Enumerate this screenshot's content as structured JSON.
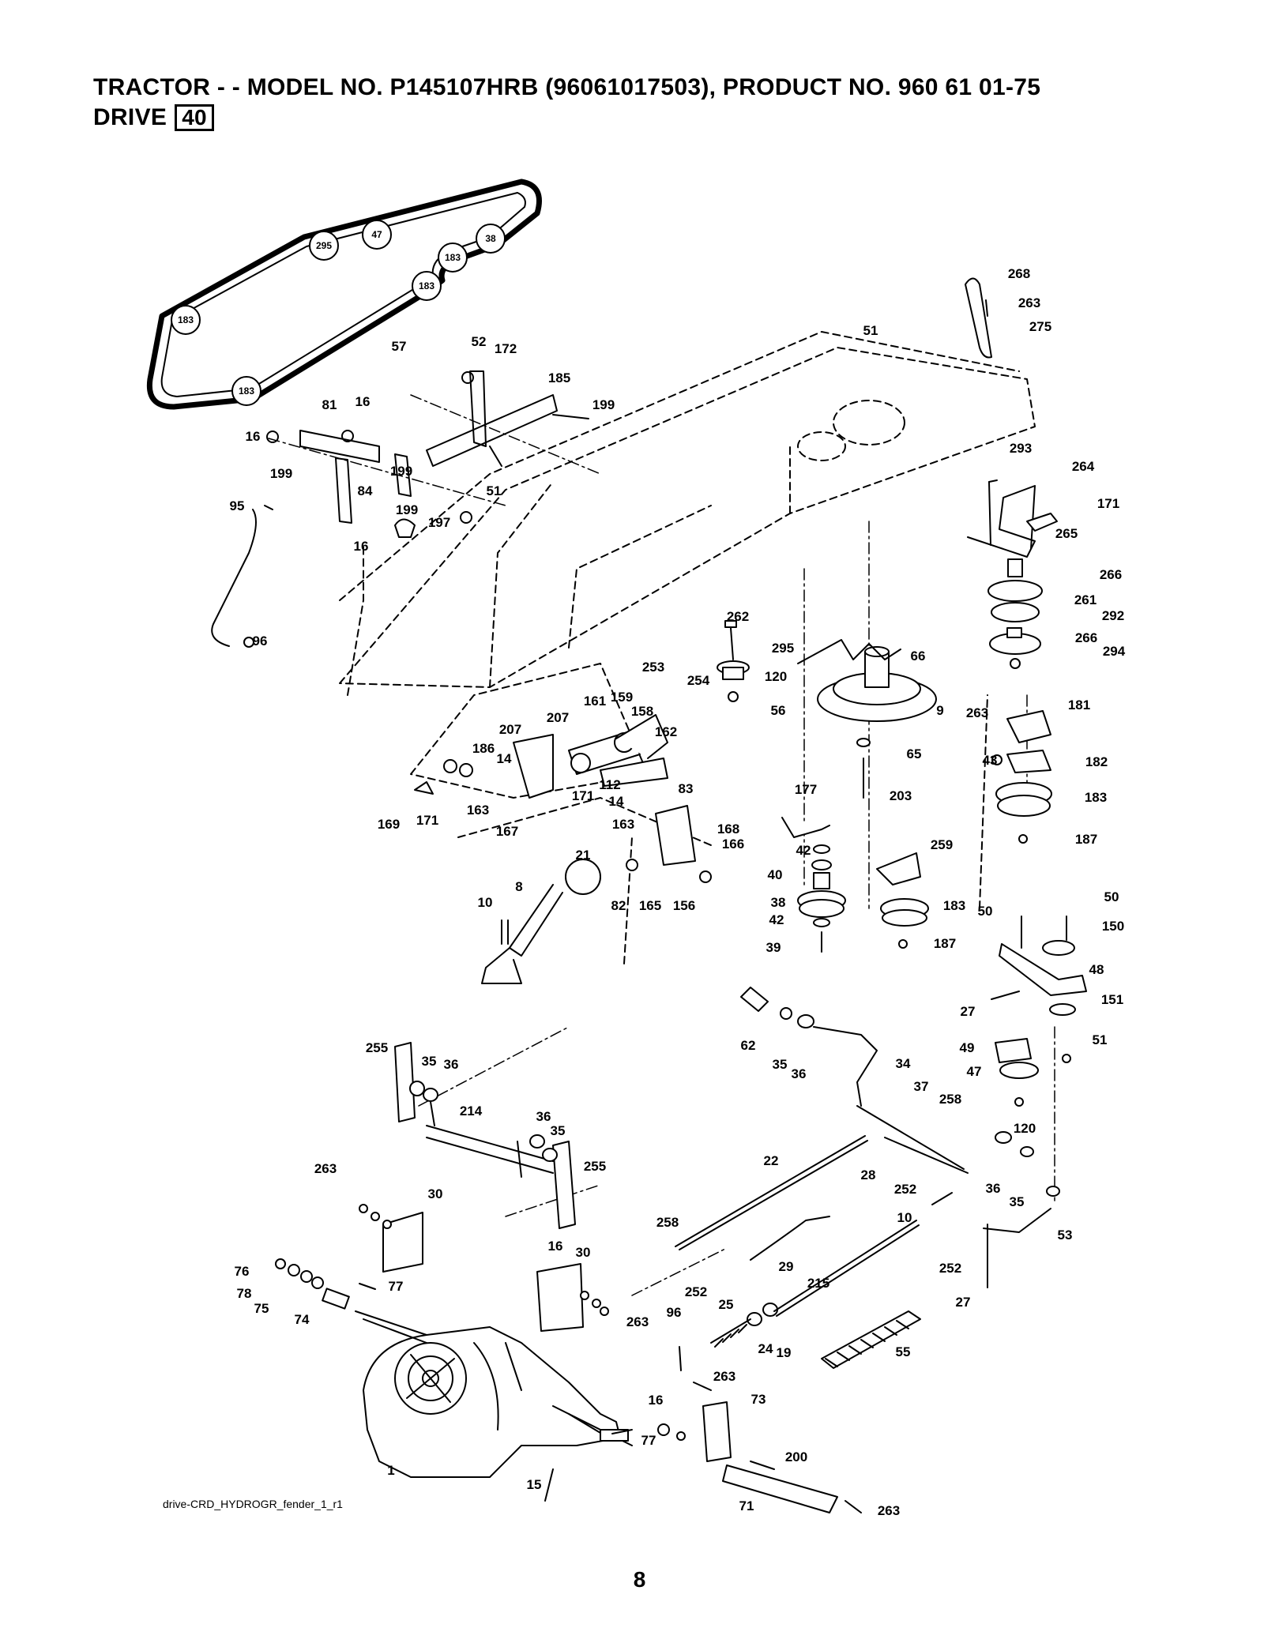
{
  "header": {
    "line1": "TRACTOR - - MODEL NO. P145107HRB  (96061017503), PRODUCT NO. 960 61 01-75",
    "line2": "DRIVE",
    "section": "40"
  },
  "belt_pulley_labels": [
    "183",
    "295",
    "47",
    "38",
    "183",
    "183",
    "183"
  ],
  "callouts": [
    "57",
    "52",
    "172",
    "185",
    "199",
    "81",
    "16",
    "16",
    "199",
    "199",
    "51",
    "84",
    "199",
    "197",
    "16",
    "95",
    "96",
    "51",
    "268",
    "263",
    "275",
    "293",
    "264",
    "171",
    "265",
    "266",
    "261",
    "292",
    "266",
    "294",
    "262",
    "295",
    "120",
    "253",
    "254",
    "66",
    "56",
    "9",
    "263",
    "181",
    "65",
    "43",
    "182",
    "203",
    "183",
    "187",
    "161",
    "159",
    "158",
    "207",
    "207",
    "186",
    "14",
    "162",
    "112",
    "14",
    "83",
    "171",
    "169",
    "171",
    "163",
    "167",
    "163",
    "177",
    "259",
    "168",
    "166",
    "21",
    "82",
    "165",
    "156",
    "42",
    "40",
    "38",
    "42",
    "39",
    "183",
    "187",
    "10",
    "8",
    "50",
    "50",
    "150",
    "48",
    "27",
    "151",
    "49",
    "51",
    "47",
    "120",
    "62",
    "35",
    "36",
    "34",
    "37",
    "258",
    "22",
    "28",
    "252",
    "36",
    "35",
    "53",
    "10",
    "252",
    "258",
    "29",
    "215",
    "27",
    "255",
    "35",
    "36",
    "214",
    "36",
    "35",
    "255",
    "263",
    "30",
    "16",
    "30",
    "263",
    "76",
    "78",
    "75",
    "74",
    "77",
    "96",
    "252",
    "25",
    "24",
    "19",
    "55",
    "263",
    "73",
    "16",
    "77",
    "200",
    "71",
    "263",
    "15",
    "1"
  ],
  "footnote": "drive-CRD_HYDROGR_fender_1_r1",
  "page_number": "8"
}
